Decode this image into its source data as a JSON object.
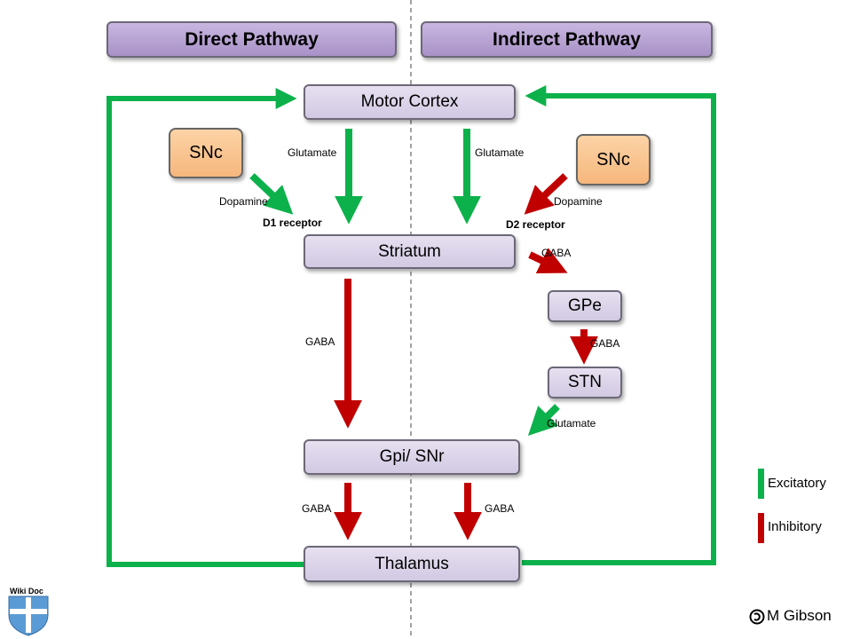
{
  "headers": {
    "direct": "Direct Pathway",
    "indirect": "Indirect Pathway"
  },
  "nodes": {
    "motor_cortex": "Motor Cortex",
    "snc_left": "SNc",
    "snc_right": "SNc",
    "striatum": "Striatum",
    "gpe": "GPe",
    "stn": "STN",
    "gpi_snr": "Gpi/ SNr",
    "thalamus": "Thalamus"
  },
  "edges": {
    "cortex_striatum_direct": "Glutamate",
    "cortex_striatum_indirect": "Glutamate",
    "snc_striatum_direct": "Dopamine",
    "snc_striatum_indirect": "Dopamine",
    "d1": "D1 receptor",
    "d2": "D2 receptor",
    "striatum_gpe": "GABA",
    "gpe_stn": "GABA",
    "stn_gpi": "Glutamate",
    "striatum_gpi": "GABA",
    "gpi_thalamus_direct": "GABA",
    "gpi_thalamus_indirect": "GABA"
  },
  "legend": {
    "excitatory": "Excitatory",
    "inhibitory": "Inhibitory"
  },
  "credit": "M Gibson",
  "logo": "Wiki Doc",
  "colors": {
    "excitatory": "#0cb14b",
    "inhibitory": "#c00000",
    "box_fill": "#d9d2e9",
    "header_fill": "#b4a0d0",
    "snc_fill": "#f9c48e"
  }
}
